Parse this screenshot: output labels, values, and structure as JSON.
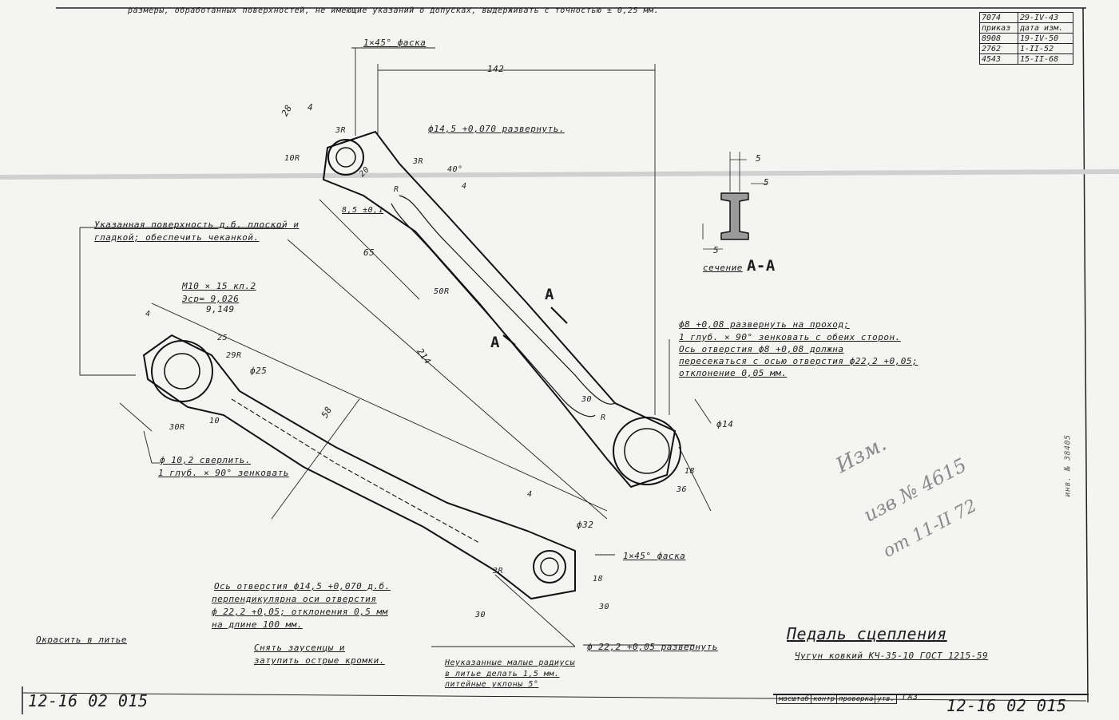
{
  "header_note": "размеры, обработанных поверхностей, не имеющие указаний о допусках, выдерживать с точностью ± 0,25 мм.",
  "revisions": {
    "top": [
      "7074",
      "29-IV-43"
    ],
    "headers": [
      "приказ",
      "дата изм."
    ],
    "rows": [
      [
        "8908",
        "19-IV-50"
      ],
      [
        "2762",
        "1-II-52"
      ],
      [
        "4543",
        "15-II-68"
      ]
    ]
  },
  "dims": {
    "chamfer_top": "1×45° фаска",
    "d142": "142",
    "d28": "28",
    "d4a": "4",
    "r3_top": "3R",
    "r10": "10R",
    "d20": "20",
    "r3b": "3R",
    "d40": "40°",
    "d4b": "4",
    "rR": "R",
    "hole_top": "ф14,5 +0,070 развернуть.",
    "d85": "8,5 ±0,1",
    "d65": "65",
    "r50": "50R",
    "sectA1": "A",
    "sectA2": "A",
    "d214": "214",
    "d58": "58",
    "d4c": "4",
    "d25": "25",
    "r29": "29R",
    "d25b": "ф25",
    "r30": "30R",
    "d10": "10",
    "d30a": "30",
    "rR2": "R",
    "d14": "ф14",
    "d18": "18",
    "d36": "36",
    "d32": "ф32",
    "d4d": "4",
    "r3c": "3R",
    "chamfer_bot": "1×45° фаска",
    "d18b": "18",
    "d30b": "30",
    "d30c": "30",
    "hole_bot": "ф 22,2 +0,05 развернуть",
    "sec5a": "5",
    "sec5b": "5",
    "sec5c": "5"
  },
  "notes": {
    "surface": [
      "Указанная поверхность д.б. плоской и",
      "гладкой; обеспечить чеканкой."
    ],
    "thread": [
      "М10 × 15 кл.2",
      "Эср= 9,026",
      "9,149"
    ],
    "drill": [
      "ф 10,2 сверлить.",
      "1 глуб. × 90° зенковать"
    ],
    "hole8": [
      "ф8 +0,08 развернуть на проход;",
      "1 глуб. × 90° зенковать с обеих сторон.",
      "Ось отверстия ф8 +0,08 должна",
      "пересекаться с осью отверстия ф22,2 +0,05;",
      "отклонение 0,05 мм."
    ],
    "axis": [
      "Ось отверстия ф14,5 +0,070 д.б.",
      "перпендикулярна оси отверстия",
      "ф 22,2 +0,05; отклонения 0,5 мм",
      "на длине 100 мм."
    ],
    "paint": "Окрасить в литье",
    "burr": [
      "Снять заусенцы и",
      "затупить острые кромки."
    ],
    "radii": [
      "Неуказанные малые радиусы",
      "в литье делать 1,5 мм.",
      "литейные уклоны 5°"
    ],
    "section_label": "сечение",
    "section_letters": "A-A"
  },
  "title": {
    "name": "Педаль сцепления",
    "material": "Чугун ковкий КЧ-35-10 ГОСТ 1215-59",
    "number_left": "12-16 02 015",
    "number_right": "12-16 02 015",
    "block_headers": [
      "масштаб",
      "контр",
      "проверка",
      "утв."
    ],
    "block_org": "ГАЗ"
  },
  "stamps": {
    "handwritten": [
      "Изм.",
      "изв № 4615",
      "от 11-II 72"
    ],
    "side": "инв. № 38405"
  }
}
